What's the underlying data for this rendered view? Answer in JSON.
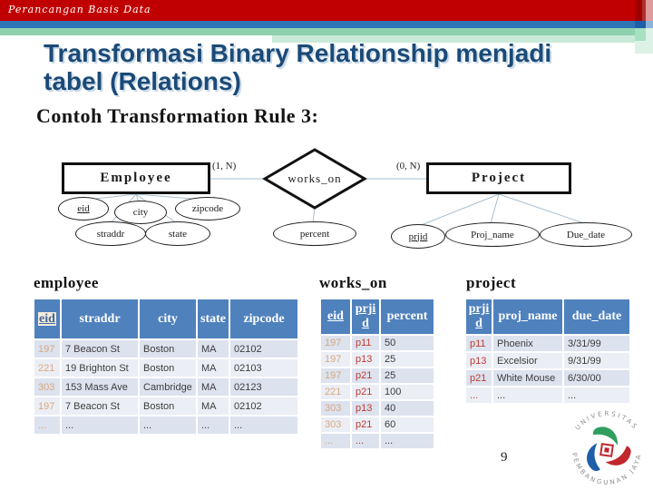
{
  "slide": {
    "course": "Perancangan Basis Data",
    "title": "Transformasi Binary Relationship menjadi tabel (Relations)",
    "subtitle": "Contoh Transformation Rule 3:",
    "page_number": "9"
  },
  "diagram": {
    "entity_left": "Employee",
    "entity_right": "Project",
    "relationship": "works_on",
    "cardinality_left": "(1, N)",
    "cardinality_right": "(0, N)",
    "attrs": {
      "eid": "eid",
      "city": "city",
      "zipcode": "zipcode",
      "straddr": "straddr",
      "state": "state",
      "percent": "percent",
      "prjid": "prjid",
      "proj_name": "Proj_name",
      "due_date": "Due_date"
    }
  },
  "tables": {
    "employee": {
      "title": "employee",
      "columns": [
        "eid",
        "straddr",
        "city",
        "state",
        "zipcode"
      ],
      "rows": [
        [
          "197",
          "7 Beacon St",
          "Boston",
          "MA",
          "02102"
        ],
        [
          "221",
          "19 Brighton St",
          "Boston",
          "MA",
          "02103"
        ],
        [
          "303",
          "153 Mass Ave",
          "Cambridge",
          "MA",
          "02123"
        ],
        [
          "197",
          "7 Beacon St",
          "Boston",
          "MA",
          "02102"
        ],
        [
          "...",
          "...",
          "...",
          "...",
          "..."
        ]
      ]
    },
    "works_on": {
      "title": "works_on",
      "columns": [
        "eid",
        "prjid",
        "percent"
      ],
      "rows": [
        [
          "197",
          "p11",
          "50"
        ],
        [
          "197",
          "p13",
          "25"
        ],
        [
          "197",
          "p21",
          "25"
        ],
        [
          "221",
          "p21",
          "100"
        ],
        [
          "303",
          "p13",
          "40"
        ],
        [
          "303",
          "p21",
          "60"
        ],
        [
          "...",
          "...",
          "..."
        ]
      ]
    },
    "project": {
      "title": "project",
      "columns": [
        "prjid",
        "proj_name",
        "due_date"
      ],
      "rows": [
        [
          "p11",
          "Phoenix",
          "3/31/99"
        ],
        [
          "p13",
          "Excelsior",
          "9/31/99"
        ],
        [
          "p21",
          "White Mouse",
          "6/30/00"
        ],
        [
          "...",
          "...",
          "..."
        ]
      ]
    }
  },
  "logo": {
    "ring_text_top": "UNIVERSITAS",
    "ring_text_bottom": "PEMBANGUNAN JAYA"
  },
  "colors": {
    "bar_red": "#c00000",
    "bar_blue": "#2e75b6",
    "bar_green": "#8fd0ae",
    "title_blue": "#1b4a77",
    "table_header": "#4f81bd",
    "row_odd": "#dce2ee",
    "row_even": "#ebeef5",
    "eid_value": "#d9a87e",
    "prjid_value": "#c03a32"
  }
}
